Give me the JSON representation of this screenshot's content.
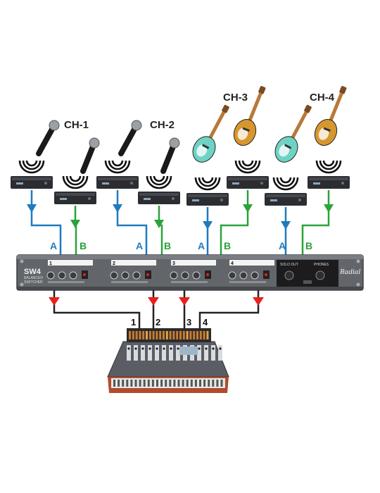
{
  "channels": [
    {
      "label": "CH-1",
      "a_label": "A",
      "b_label": "B",
      "slot": "1",
      "source": "microphone"
    },
    {
      "label": "CH-2",
      "a_label": "A",
      "b_label": "B",
      "slot": "2",
      "source": "microphone"
    },
    {
      "label": "CH-3",
      "a_label": "A",
      "b_label": "B",
      "slot": "3",
      "source": "guitar"
    },
    {
      "label": "CH-4",
      "a_label": "A",
      "b_label": "B",
      "slot": "4",
      "source": "guitar"
    }
  ],
  "unit": {
    "model": "SW4",
    "subtitle1": "BALANCED",
    "subtitle2": "SWITCHER",
    "brand": "Radial",
    "section_solo": "SOLO OUT",
    "section_phones": "PHONES"
  },
  "outputs": [
    "1",
    "2",
    "3",
    "4"
  ],
  "colors": {
    "a_line": "#1e7bbf",
    "b_line": "#2aa33a",
    "out_line": "#e8211c",
    "cable": "#222222",
    "rack": "#5e6166"
  }
}
